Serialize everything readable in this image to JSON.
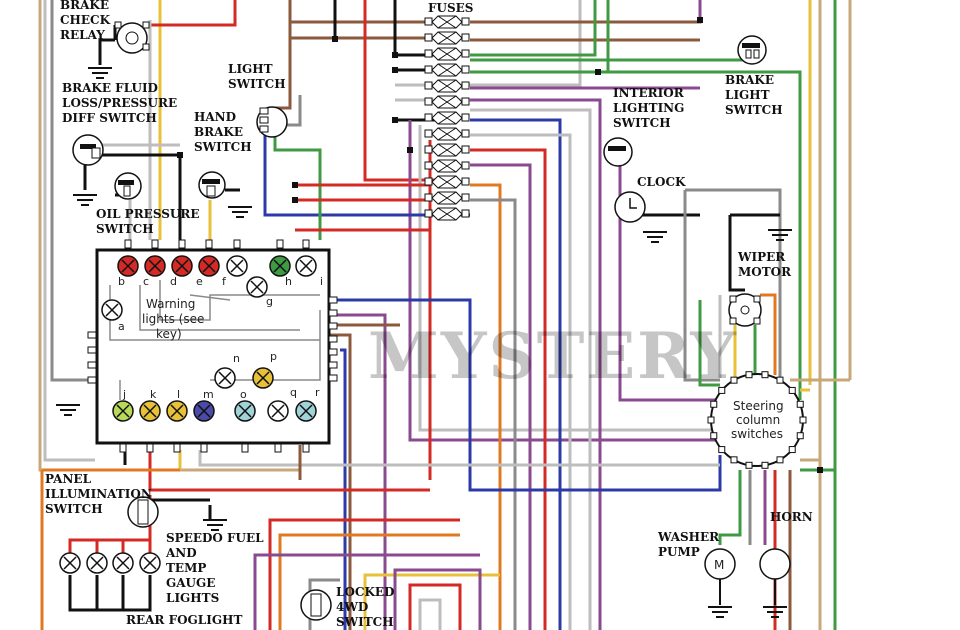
{
  "labels": {
    "brake_check_relay": [
      "BRAKE",
      "CHECK",
      "RELAY"
    ],
    "brake_fluid": [
      "BRAKE FLUID",
      "LOSS/PRESSURE",
      "DIFF SWITCH"
    ],
    "light_switch": [
      "LIGHT",
      "SWITCH"
    ],
    "hand_brake": [
      "HAND",
      "BRAKE",
      "SWITCH"
    ],
    "oil_pressure": [
      "OIL PRESSURE",
      "SWITCH"
    ],
    "fuses": "FUSES",
    "interior_lighting": [
      "INTERIOR",
      "LIGHTING",
      "SWITCH"
    ],
    "brake_light": [
      "BRAKE",
      "LIGHT",
      "SWITCH"
    ],
    "clock": "CLOCK",
    "wiper_motor": [
      "WIPER",
      "MOTOR"
    ],
    "steering_column": [
      "Steering",
      "column",
      "switches"
    ],
    "washer_pump": [
      "WASHER",
      "PUMP"
    ],
    "horn": "HORN",
    "panel_illumination": [
      "PANEL",
      "ILLUMINATION",
      "SWITCH"
    ],
    "speedo": [
      "SPEEDO FUEL",
      "AND",
      "TEMP",
      "GAUGE",
      "LIGHTS"
    ],
    "locked_4wd": [
      "LOCKED",
      "4WD",
      "SWITCH"
    ],
    "rear_foglight": "REAR FOGLIGHT",
    "warning_lights": [
      "Warning",
      "lights (see",
      "key)"
    ],
    "watermark": "MYSTERY",
    "motor_m": "M",
    "letters": [
      "a",
      "b",
      "c",
      "d",
      "e",
      "f",
      "g",
      "h",
      "i",
      "j",
      "k",
      "l",
      "m",
      "n",
      "o",
      "p",
      "q",
      "r"
    ]
  },
  "colors": {
    "red": "#d42a26",
    "brown": "#8b5a3c",
    "green": "#3f9a43",
    "purple": "#8a4a8f",
    "blue": "#2c3aa8",
    "yellow": "#e8c13a",
    "orange": "#e07a22",
    "grey": "#8a8a8a",
    "light_grey": "#bdbdbd",
    "black": "#111111",
    "pink": "#e88f8f",
    "tan": "#c8a87a",
    "olive": "#9a9a3a"
  }
}
